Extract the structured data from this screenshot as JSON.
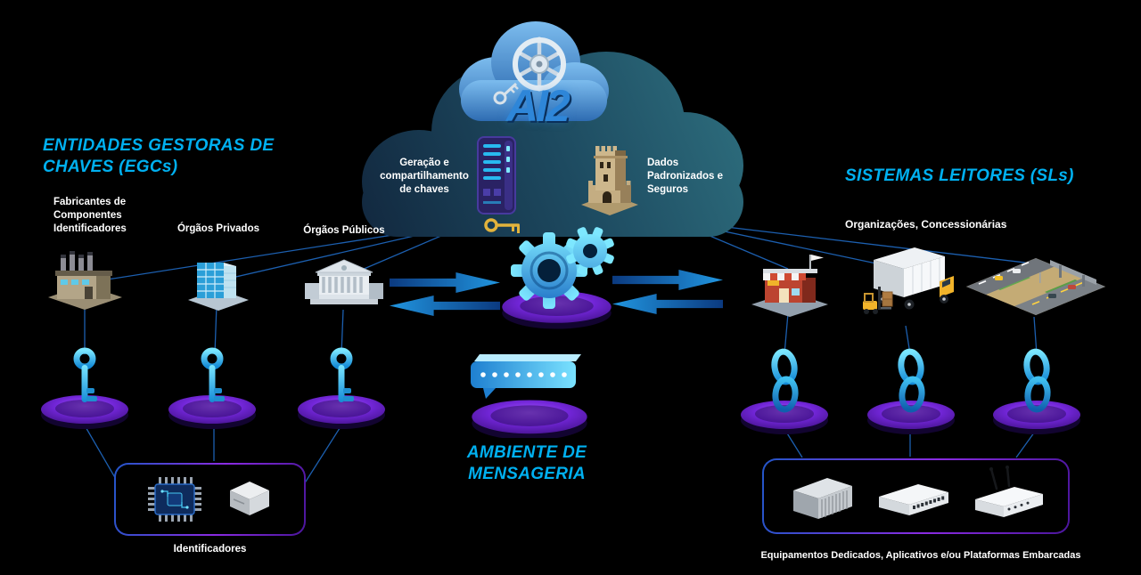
{
  "colors": {
    "background": "#000000",
    "accent_cyan": "#00b0f0",
    "connector_blue": "#1e64b8",
    "arrow_blue": "#2196e0",
    "pedestal_purple": "#7226d8",
    "key_cyan": "#3fc9f7",
    "cloud_teal": "#2f7180",
    "gold_key": "#e2b33c"
  },
  "cloud": {
    "logo": "AI2",
    "generation_label": "Geração e compartilhamento de chaves",
    "data_label": "Dados Padronizados e Seguros",
    "icons": [
      "key-wheel-icon",
      "server-icon",
      "gold-key-icon",
      "fortress-icon"
    ]
  },
  "egc": {
    "title": "ENTIDADES GESTORAS DE CHAVES (EGCs)",
    "entities": [
      {
        "label": "Fabricantes de Componentes Identificadores",
        "icon": "factory-icon"
      },
      {
        "label": "Órgãos Privados",
        "icon": "office-building-icon"
      },
      {
        "label": "Órgãos Públicos",
        "icon": "government-building-icon"
      }
    ],
    "key_icon": "key-icon",
    "box": {
      "label": "Identificadores",
      "icons": [
        "chip-icon",
        "device-module-icon"
      ]
    }
  },
  "center": {
    "gears_icon": "gears-icon",
    "password_icon": "password-token-icon",
    "messaging_title": "AMBIENTE DE MENSAGERIA"
  },
  "sl": {
    "title": "SISTEMAS LEITORES (SLs)",
    "subtitle": "Organizações, Concessionárias",
    "entities": [
      {
        "icon": "store-icon"
      },
      {
        "icon": "truck-logistics-icon"
      },
      {
        "icon": "highway-icon"
      }
    ],
    "chain_icon": "chain-link-icon",
    "box": {
      "label": "Equipamentos Dedicados, Aplicativos e/ou Plataformas Embarcadas",
      "icons": [
        "rack-server-icon",
        "network-switch-icon",
        "router-icon"
      ]
    }
  }
}
